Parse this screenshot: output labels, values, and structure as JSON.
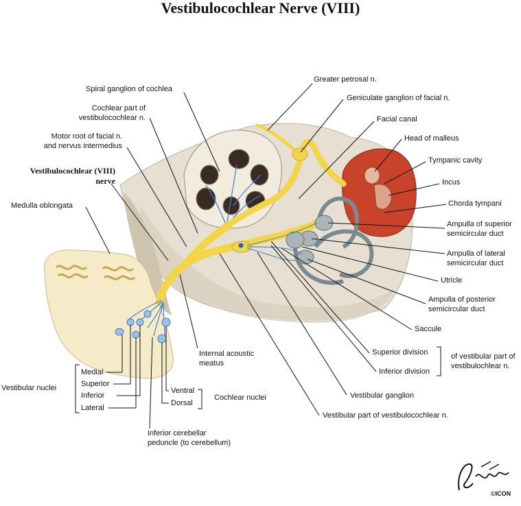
{
  "title": "Vestibulocochlear Nerve (VIII)",
  "labels": {
    "greater_petrosal": "Greater petrosal n.",
    "spiral_ganglion": "Spiral ganglion of cochlea",
    "geniculate_ganglion": "Geniculate ganglion of facial n.",
    "cochlear_part_1": "Cochlear part of",
    "cochlear_part_2": "vestibulocochlear n.",
    "facial_canal": "Facial canal",
    "motor_root_1": "Motor root of facial n.",
    "motor_root_2": "and nervus intermedius",
    "head_of_malleus": "Head of malleus",
    "nerve_title_1": "Vestibulocochlear (VIII)",
    "nerve_title_2": "nerve",
    "tympanic_cavity": "Tympanic cavity",
    "medulla": "Medulla oblongata",
    "incus": "Incus",
    "chorda_tympani": "Chorda tympani",
    "ampulla_superior_1": "Ampulla of superior",
    "ampulla_superior_2": "semicircular duct",
    "ampulla_lateral_1": "Ampulla of lateral",
    "ampulla_lateral_2": "semicircular duct",
    "utricle": "Utricle",
    "ampulla_posterior_1": "Ampulla of posterior",
    "ampulla_posterior_2": "semicircular duct",
    "saccule": "Saccule",
    "superior_division": "Superior division",
    "inferior_division": "Inferior division",
    "vestibular_part_1": "of vestibular part of",
    "vestibular_part_2": "vestibulochlear n.",
    "internal_acoustic_1": "Internal acoustic",
    "internal_acoustic_2": "meatus",
    "medial": "Medial",
    "superior": "Superior",
    "inferior": "Inferior",
    "lateral": "Lateral",
    "vestibular_nuclei": "Vestibular nuclei",
    "ventral": "Ventral",
    "dorsal": "Dorsal",
    "cochlear_nuclei": "Cochlear nuclei",
    "vestibular_ganglion": "Vestibular ganglion",
    "vestibular_part_nerve": "Vestibular part of vestibulocochlear n.",
    "inferior_cerebellar_1": "Inferior cerebellar",
    "inferior_cerebellar_2": "peduncle (to cerebellum)"
  },
  "signature": {
    "name": "F. Netter M.D.",
    "mark": "©ICON"
  },
  "colors": {
    "nerve": "#f3d54a",
    "bone": "#ece4d3",
    "brainstem": "#f7eccd",
    "cavity": "#c9432b",
    "labyrinth": "#9aa7ab",
    "vestibular_fibers": "#3e7fc9"
  }
}
